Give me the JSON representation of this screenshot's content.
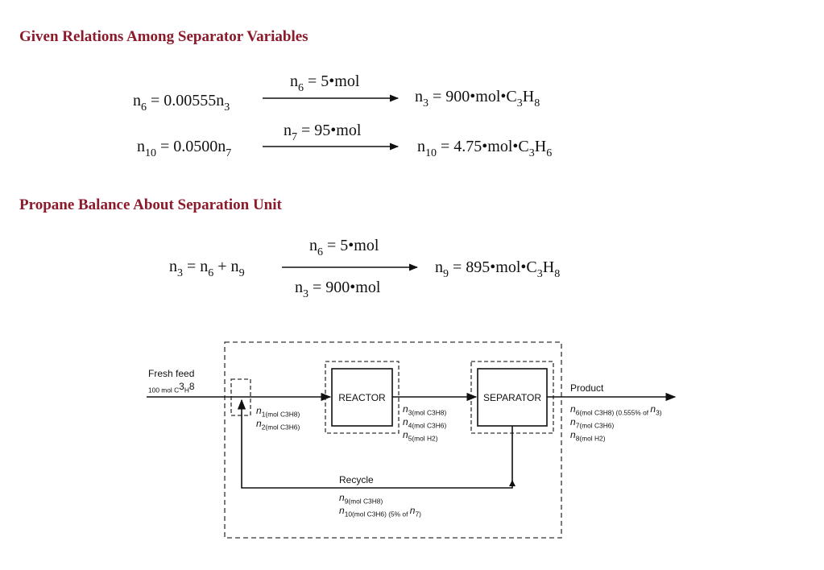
{
  "sections": {
    "given_title": "Given Relations Among Separator Variables",
    "propane_title": "Propane Balance About Separation Unit"
  },
  "relations": [
    {
      "lhs": [
        "n",
        "6",
        " = 0.00555n",
        "3"
      ],
      "over": [
        "n",
        "6",
        " = 5•mol"
      ],
      "rhs": [
        "n",
        "3",
        " = 900•mol•C",
        "3",
        "H",
        "8"
      ]
    },
    {
      "lhs": [
        "n",
        "10",
        " = 0.0500n",
        "7"
      ],
      "over": [
        "n",
        "7",
        " = 95•mol"
      ],
      "rhs": [
        "n",
        "10",
        " = 4.75•mol•C",
        "3",
        "H",
        "6"
      ]
    }
  ],
  "balance": {
    "lhs": [
      "n",
      "3",
      " = n",
      "6",
      " + n",
      "9"
    ],
    "over": [
      "n",
      "6",
      " = 5•mol"
    ],
    "under": [
      "n",
      "3",
      " = 900•mol"
    ],
    "rhs": [
      "n",
      "9",
      " = 895•mol•C",
      "3",
      "H",
      "8"
    ]
  },
  "diagram": {
    "fresh_feed_label": "Fresh feed",
    "fresh_feed_amount": [
      "100 mol C",
      "3",
      "H",
      "8"
    ],
    "reactor_label": "REACTOR",
    "separator_label": "SEPARATOR",
    "product_label": "Product",
    "recycle_label": "Recycle",
    "mixer_outlet": [
      [
        "n",
        "1",
        "(mol C",
        "3",
        "H",
        "8",
        ")"
      ],
      [
        "n",
        "2",
        "(mol C",
        "3",
        "H",
        "6",
        ")"
      ]
    ],
    "reactor_outlet": [
      [
        "n",
        "3",
        "(mol C",
        "3",
        "H",
        "8",
        ")"
      ],
      [
        "n",
        "4",
        "(mol C",
        "3",
        "H",
        "6",
        ")"
      ],
      [
        "n",
        "5",
        "(mol H",
        "2",
        ")"
      ]
    ],
    "product_stream": [
      [
        "n",
        "6",
        "(mol C",
        "3",
        "H",
        "8",
        ")  (0.555% of ",
        "n",
        "3",
        ")"
      ],
      [
        "n",
        "7",
        "(mol C",
        "3",
        "H",
        "6",
        ")"
      ],
      [
        "n",
        "8",
        "(mol H",
        "2",
        ")"
      ]
    ],
    "recycle_stream": [
      [
        "n",
        "9",
        "(mol C",
        "3",
        "H",
        "8",
        ")"
      ],
      [
        "n",
        "10",
        "(mol C",
        "3",
        "H",
        "6",
        ")  (5% of ",
        "n",
        "7",
        ")"
      ]
    ]
  }
}
